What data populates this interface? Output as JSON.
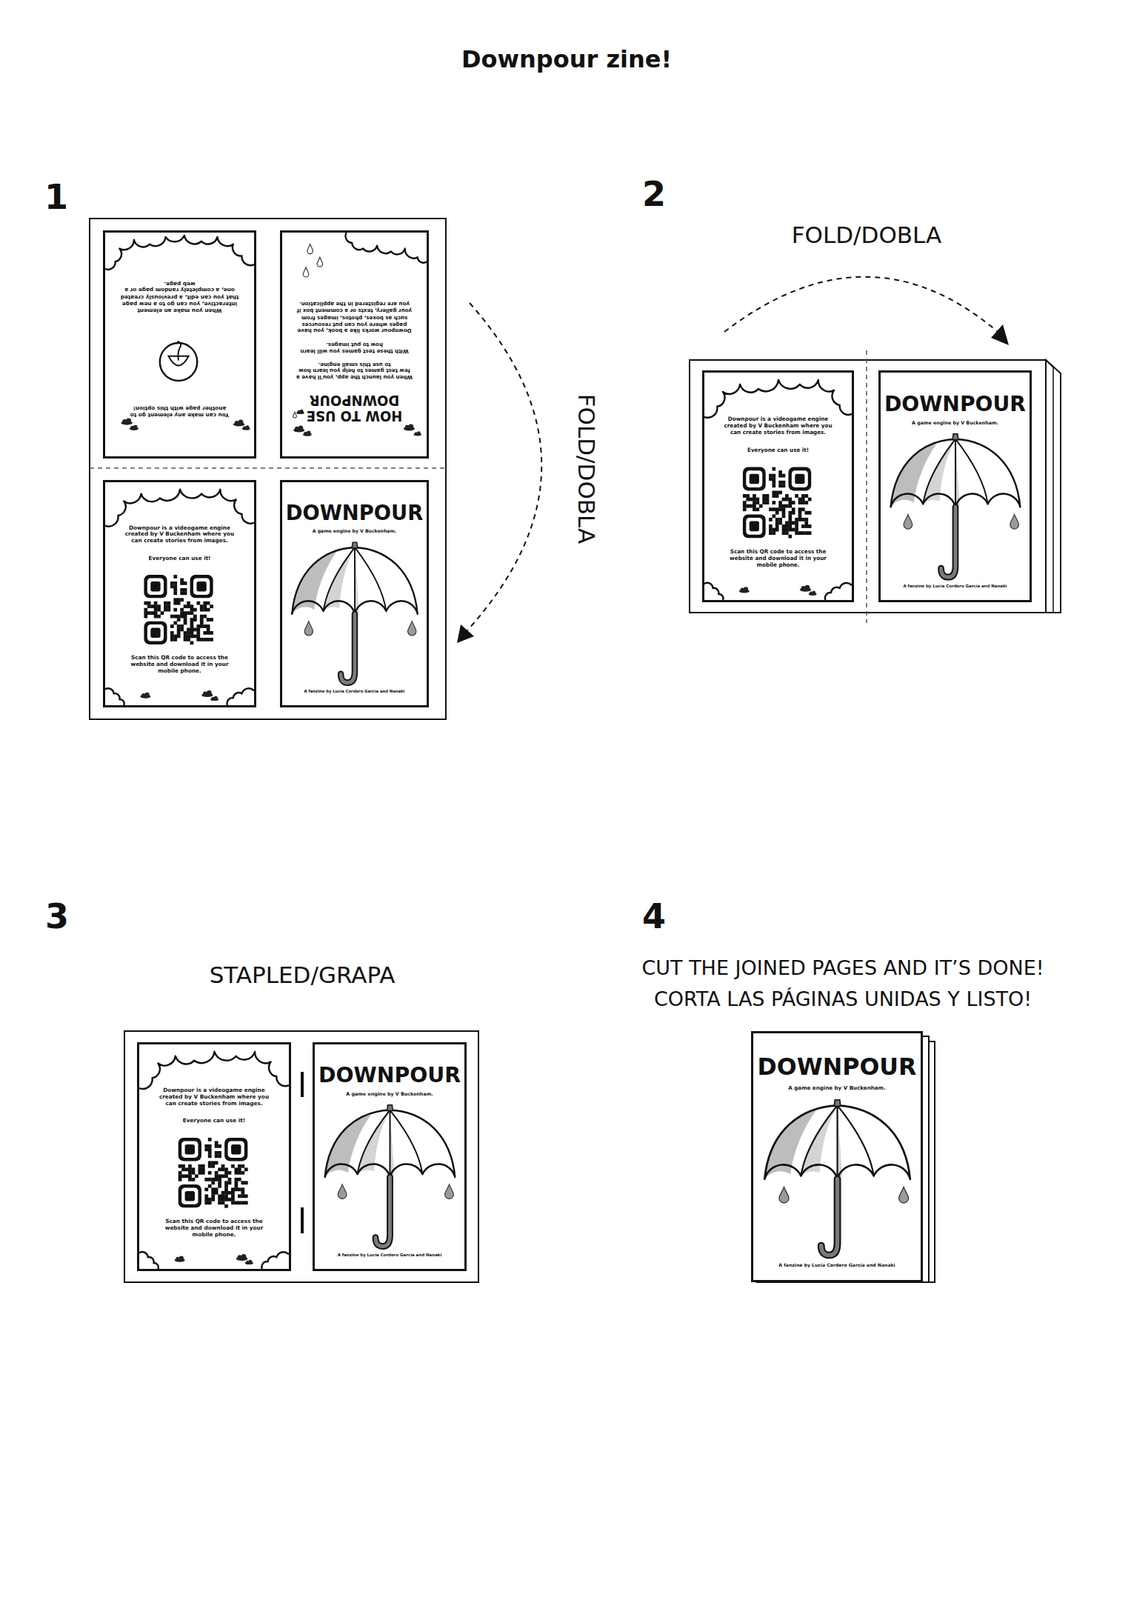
{
  "diagram": {
    "title": "Downpour zine!",
    "nodes": [
      {
        "text": [
          "You can make any element go to another page with this option!",
          "When you make an element interactive, you can go to a new page that you can edit, a previously created one, a completely random page or a web page."
        ]
      },
      {
        "text": [
          "HOW TO USE DOWNPOUR",
          "When you launch the app, you'll have a few test games to help you learn how to use this small engine.",
          "With these test games you will learn how to put images.",
          "Downpour works like a book, you have pages where you can put resources such as boxes, photos, images from your gallery, texts or a comment box if you are registered in the application."
        ]
      },
      {
        "text": [
          "Downpour is a videogame engine created by V Buckenham where you can create stories from images.",
          "Everyone can use it!",
          "Scan this QR code to access the website and download it in your mobile phone."
        ]
      },
      {
        "text": [
          "DOWNPOUR",
          "A game engine by V Buckenham.",
          "A fanzine by Lucía Cordero García and Nanaki"
        ]
      },
      {
        "text": [
          "Downpour is a videogame engine created by V Buckenham where you can create stories from images.",
          "Everyone can use it!",
          "Scan this QR code to access the website and download it in your mobile phone."
        ]
      },
      {
        "text": [
          "DOWNPOUR",
          "A game engine by V Buckenham.",
          "A fanzine by Lucía Cordero García and Nanaki"
        ]
      },
      {
        "text": [
          "Downpour is a videogame engine created by V Buckenham where you can create stories from images.",
          "Everyone can use it!",
          "Scan this QR code to access the website and download it in your mobile phone."
        ]
      },
      {
        "text": [
          "DOWNPOUR",
          "A game engine by V Buckenham.",
          "A fanzine by Lucía Cordero García and Nanaki"
        ]
      },
      {
        "text": [
          "DOWNPOUR",
          "A game engine by V Buckenham.",
          "A fanzine by Lucía Cordero García and Nanaki"
        ]
      }
    ],
    "labels": [
      "1",
      "FOLD/DOBLA",
      "2",
      "FOLD/DOBLA",
      "3",
      "STAPLED/GRAPA",
      "4",
      "CUT THE JOINED PAGES AND IT’S DONE!",
      "CORTA LAS PÁGINAS UNIDAS Y LISTO!"
    ]
  }
}
